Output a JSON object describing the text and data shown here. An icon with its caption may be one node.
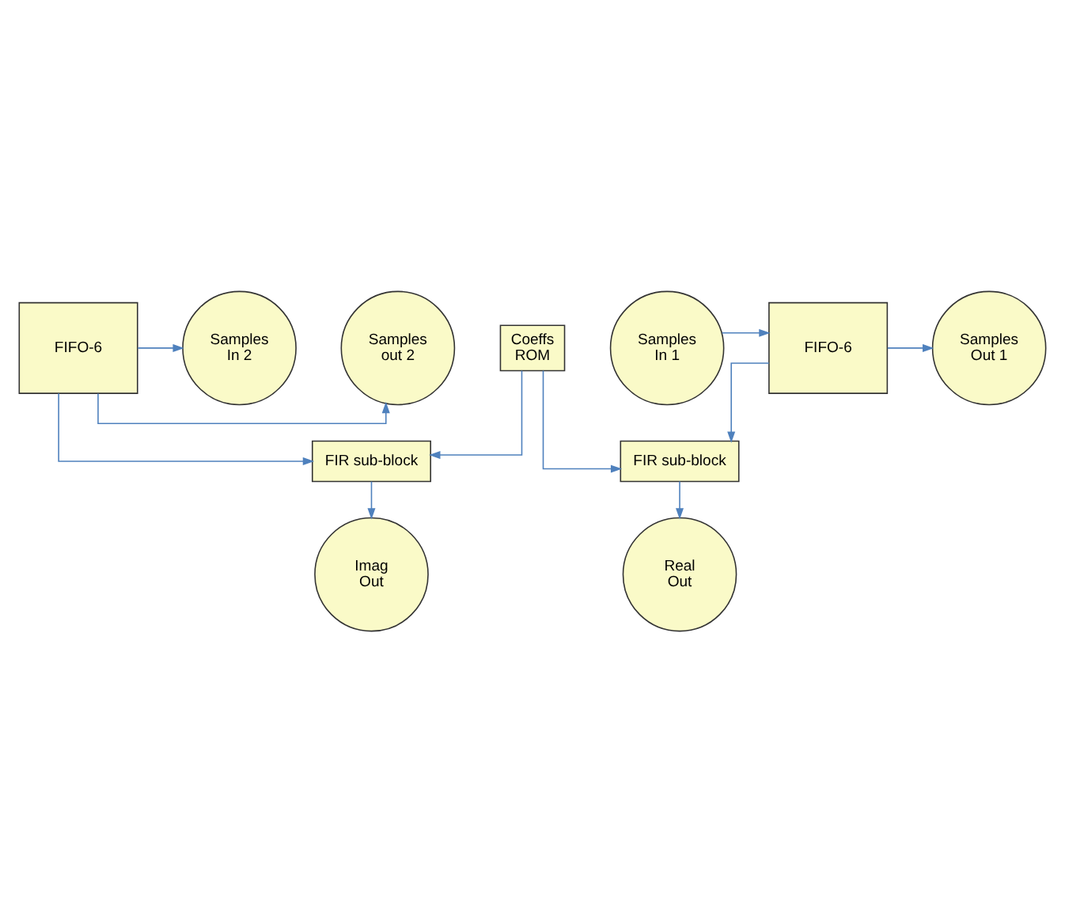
{
  "diagram": {
    "nodes": [
      {
        "text": [
          "Samples out 2"
        ]
      },
      {
        "text": [
          "FIFO-6"
        ]
      },
      {
        "text": [
          "Samples In 2"
        ]
      },
      {
        "text": [
          "Samples In 1"
        ]
      },
      {
        "text": [
          "FIFO-6"
        ]
      },
      {
        "text": [
          "Samples Out 1"
        ]
      },
      {
        "text": [
          "Coeffs ROM"
        ]
      },
      {
        "text": [
          "FIR sub-block"
        ]
      },
      {
        "text": [
          "FIR sub-block"
        ]
      },
      {
        "text": [
          "Real Out"
        ]
      },
      {
        "text": [
          "Imag Out"
        ]
      }
    ],
    "edges": [
      {
        "from": 1,
        "to": 0,
        "arrow": "to"
      },
      {
        "from": 1,
        "to": 2,
        "arrow": "to"
      },
      {
        "from": 1,
        "to": 8,
        "arrow": "to"
      },
      {
        "from": 3,
        "to": 4,
        "arrow": "to"
      },
      {
        "from": 4,
        "to": 5,
        "arrow": "to"
      },
      {
        "from": 4,
        "to": 7,
        "arrow": "to"
      },
      {
        "from": 6,
        "to": 7,
        "arrow": "to"
      },
      {
        "from": 6,
        "to": 8,
        "arrow": "to"
      },
      {
        "from": 7,
        "to": 9,
        "arrow": "to"
      },
      {
        "from": 8,
        "to": 10,
        "arrow": "to"
      }
    ]
  }
}
